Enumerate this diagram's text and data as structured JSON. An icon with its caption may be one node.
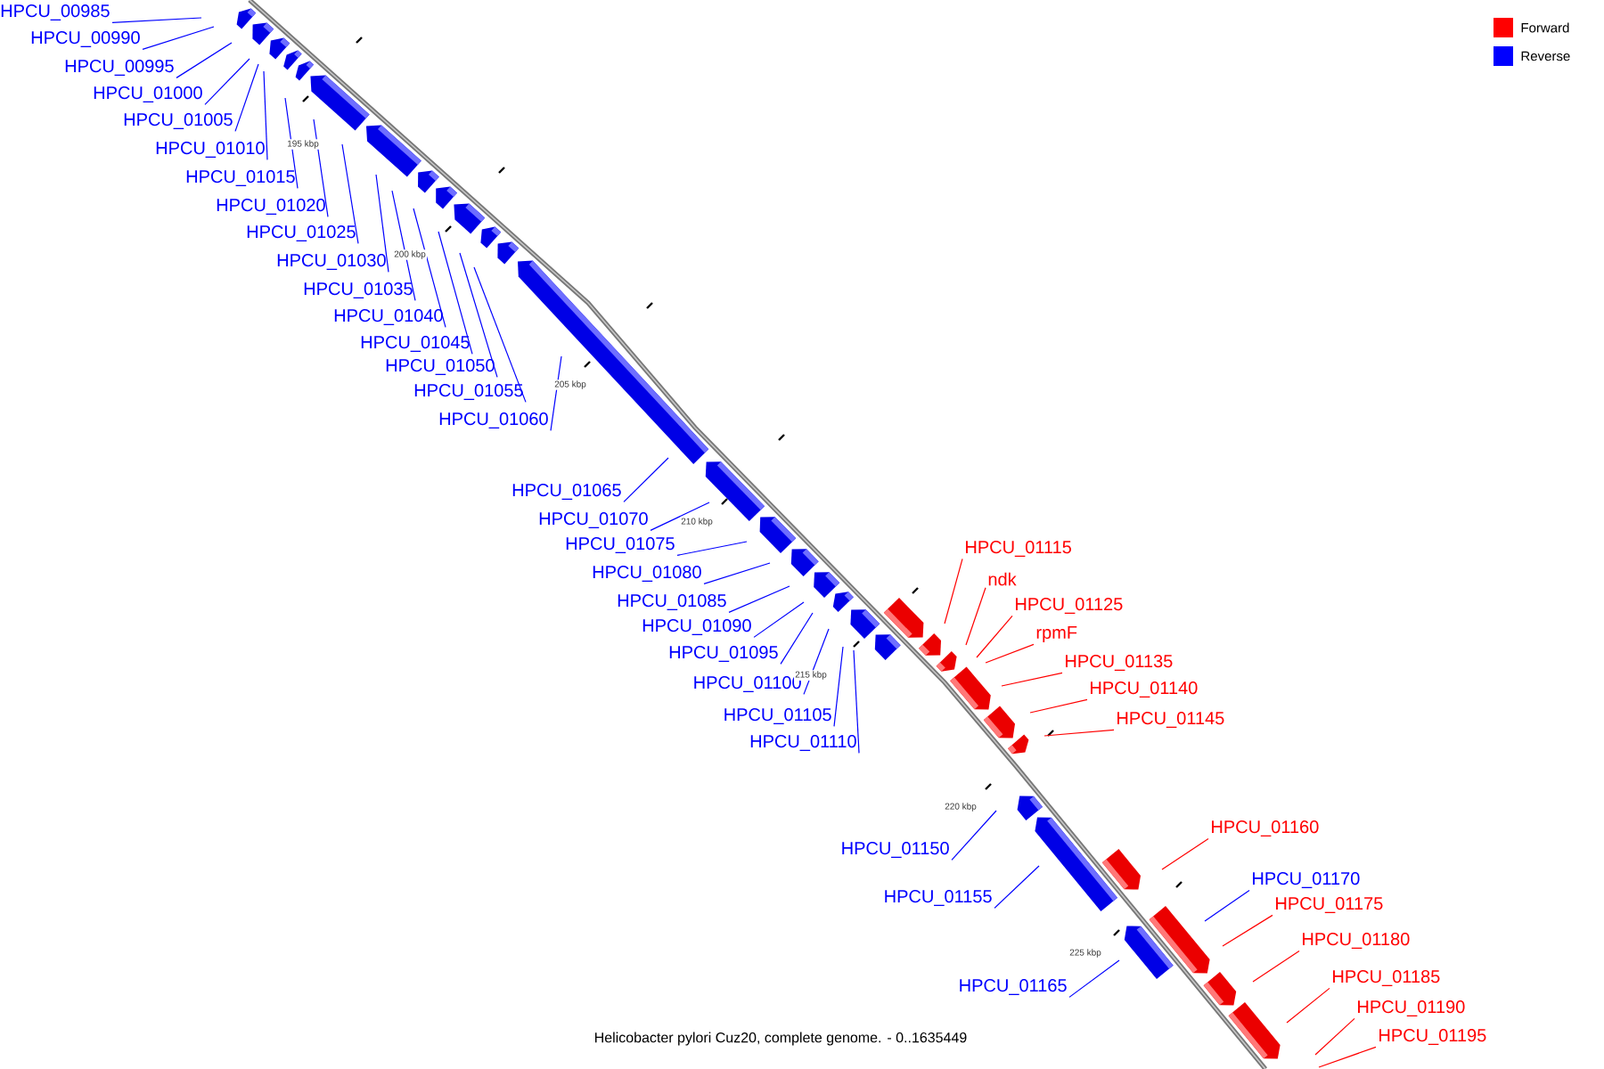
{
  "diagram": {
    "caption": "Helicobacter pylori Cuz20, complete genome. - 0..1635449",
    "nodes": [
      {
        "text": [
          "HPCU_00985"
        ]
      },
      {
        "text": [
          "HPCU_00990"
        ]
      },
      {
        "text": [
          "HPCU_00995"
        ]
      },
      {
        "text": [
          "HPCU_01000"
        ]
      },
      {
        "text": [
          "HPCU_01005"
        ]
      },
      {
        "text": [
          "HPCU_01010"
        ]
      },
      {
        "text": [
          "HPCU_01015"
        ]
      },
      {
        "text": [
          "HPCU_01020"
        ]
      },
      {
        "text": [
          "HPCU_01025"
        ]
      },
      {
        "text": [
          "HPCU_01030"
        ]
      },
      {
        "text": [
          "HPCU_01035"
        ]
      },
      {
        "text": [
          "HPCU_01040"
        ]
      },
      {
        "text": [
          "HPCU_01045"
        ]
      },
      {
        "text": [
          "HPCU_01050"
        ]
      },
      {
        "text": [
          "HPCU_01055"
        ]
      },
      {
        "text": [
          "HPCU_01060"
        ]
      },
      {
        "text": [
          "HPCU_01065"
        ]
      },
      {
        "text": [
          "HPCU_01070"
        ]
      },
      {
        "text": [
          "HPCU_01075"
        ]
      },
      {
        "text": [
          "HPCU_01080"
        ]
      },
      {
        "text": [
          "HPCU_01085"
        ]
      },
      {
        "text": [
          "HPCU_01090"
        ]
      },
      {
        "text": [
          "HPCU_01095"
        ]
      },
      {
        "text": [
          "HPCU_01100"
        ]
      },
      {
        "text": [
          "HPCU_01105"
        ]
      },
      {
        "text": [
          "HPCU_01110"
        ]
      },
      {
        "text": [
          "HPCU_01115"
        ]
      },
      {
        "text": [
          "ndk"
        ]
      },
      {
        "text": [
          "HPCU_01125"
        ]
      },
      {
        "text": [
          "rpmF"
        ]
      },
      {
        "text": [
          "HPCU_01135"
        ]
      },
      {
        "text": [
          "HPCU_01140"
        ]
      },
      {
        "text": [
          "HPCU_01145"
        ]
      },
      {
        "text": [
          "HPCU_01150"
        ]
      },
      {
        "text": [
          "HPCU_01155"
        ]
      },
      {
        "text": [
          "HPCU_01160"
        ]
      },
      {
        "text": [
          "HPCU_01165"
        ]
      },
      {
        "text": [
          "HPCU_01170"
        ]
      },
      {
        "text": [
          "HPCU_01175"
        ]
      },
      {
        "text": [
          "HPCU_01180"
        ]
      },
      {
        "text": [
          "HPCU_01185"
        ]
      },
      {
        "text": [
          "HPCU_01190"
        ]
      },
      {
        "text": [
          "HPCU_01195"
        ]
      }
    ],
    "edges": [
      {
        "from": 0,
        "to": null,
        "arrow": "none"
      },
      {
        "from": 1,
        "to": null,
        "arrow": "none"
      },
      {
        "from": 2,
        "to": null,
        "arrow": "none"
      },
      {
        "from": 3,
        "to": null,
        "arrow": "none"
      },
      {
        "from": 4,
        "to": null,
        "arrow": "none"
      },
      {
        "from": 5,
        "to": null,
        "arrow": "none"
      },
      {
        "from": 6,
        "to": null,
        "arrow": "none"
      },
      {
        "from": 7,
        "to": null,
        "arrow": "none"
      },
      {
        "from": 8,
        "to": null,
        "arrow": "none"
      },
      {
        "from": 9,
        "to": null,
        "arrow": "none"
      },
      {
        "from": 10,
        "to": null,
        "arrow": "none"
      },
      {
        "from": 11,
        "to": null,
        "arrow": "none"
      },
      {
        "from": 12,
        "to": null,
        "arrow": "none"
      },
      {
        "from": 13,
        "to": null,
        "arrow": "none"
      },
      {
        "from": 14,
        "to": null,
        "arrow": "none"
      },
      {
        "from": 15,
        "to": null,
        "arrow": "none"
      },
      {
        "from": 16,
        "to": null,
        "arrow": "none"
      },
      {
        "from": 17,
        "to": null,
        "arrow": "none"
      },
      {
        "from": 18,
        "to": null,
        "arrow": "none"
      },
      {
        "from": 19,
        "to": null,
        "arrow": "none"
      },
      {
        "from": 20,
        "to": null,
        "arrow": "none"
      },
      {
        "from": 21,
        "to": null,
        "arrow": "none"
      },
      {
        "from": 22,
        "to": null,
        "arrow": "none"
      },
      {
        "from": 23,
        "to": null,
        "arrow": "none"
      },
      {
        "from": 24,
        "to": null,
        "arrow": "none"
      },
      {
        "from": 25,
        "to": null,
        "arrow": "none"
      },
      {
        "from": 26,
        "to": null,
        "arrow": "none",
        "color": "#ff0000"
      },
      {
        "from": 27,
        "to": null,
        "arrow": "none",
        "color": "#ff0000"
      },
      {
        "from": 28,
        "to": null,
        "arrow": "none",
        "color": "#ff0000"
      },
      {
        "from": 29,
        "to": null,
        "arrow": "none",
        "color": "#ff0000"
      },
      {
        "from": 30,
        "to": null,
        "arrow": "none",
        "color": "#ff0000"
      },
      {
        "from": 31,
        "to": null,
        "arrow": "none",
        "color": "#ff0000"
      },
      {
        "from": 32,
        "to": null,
        "arrow": "none",
        "color": "#ff0000"
      },
      {
        "from": 33,
        "to": null,
        "arrow": "none"
      },
      {
        "from": 34,
        "to": null,
        "arrow": "none"
      },
      {
        "from": 35,
        "to": null,
        "arrow": "none",
        "color": "#ff0000"
      },
      {
        "from": 36,
        "to": null,
        "arrow": "none"
      },
      {
        "from": 37,
        "to": null,
        "arrow": "none"
      },
      {
        "from": 38,
        "to": null,
        "arrow": "none",
        "color": "#ff0000"
      },
      {
        "from": 39,
        "to": null,
        "arrow": "none",
        "color": "#ff0000"
      },
      {
        "from": 40,
        "to": null,
        "arrow": "none",
        "color": "#ff0000"
      },
      {
        "from": 41,
        "to": null,
        "arrow": "none",
        "color": "#ff0000"
      },
      {
        "from": 42,
        "to": null,
        "arrow": "none",
        "color": "#ff0000"
      }
    ],
    "labels": [
      "195 kbp",
      "200 kbp",
      "205 kbp",
      "210 kbp",
      "215 kbp",
      "220 kbp",
      "225 kbp"
    ],
    "legend": [
      {
        "text": "Forward",
        "color": "#ff0000"
      },
      {
        "text": "Reverse",
        "color": "#0000ff"
      }
    ]
  }
}
